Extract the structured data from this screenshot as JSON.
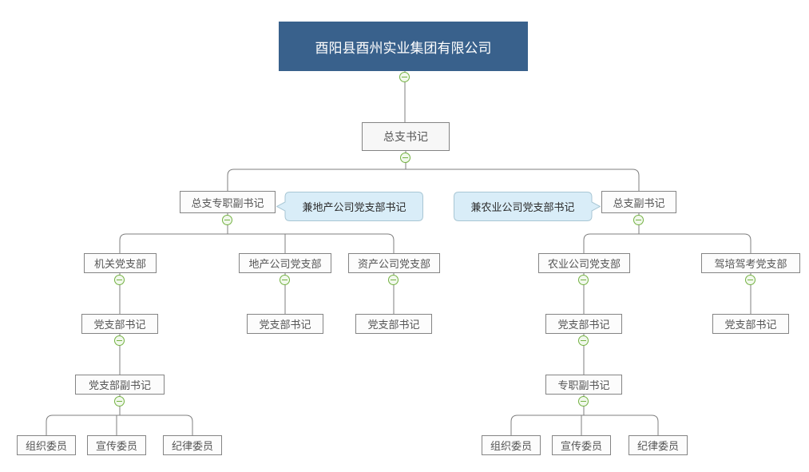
{
  "title": "酉阳县酉州实业集团有限公司",
  "colors": {
    "canvas_bg": "#FFFFFF",
    "root_bg": "#39618C",
    "root_text": "#FFFFFF",
    "node_bg": "#FCFCFC",
    "node_border": "#848484",
    "node_text": "#555555",
    "callout_bg": "#D9EDF8",
    "callout_border": "#A8C6D4",
    "callout_text": "#2B2B2B",
    "line": "#7F7F7F",
    "collapse_green": "#74B243",
    "collapse_bg": "#F1F8EC"
  },
  "icons": {
    "collapse": "minus-circle-icon"
  },
  "nodes": {
    "root": "酉阳县酉州实业集团有限公司",
    "chief_secretary": "总支书记",
    "deputy_full_time": "总支专职副书记",
    "deputy": "总支副书记",
    "branch_office": "机关党支部",
    "branch_real_estate": "地产公司党支部",
    "branch_assets": "资产公司党支部",
    "branch_agriculture": "农业公司党支部",
    "branch_driving": "驾培驾考党支部",
    "secretary_office": "党支部书记",
    "secretary_real_estate": "党支部书记",
    "secretary_assets": "党支部书记",
    "secretary_agriculture": "党支部书记",
    "secretary_driving": "党支部书记",
    "deputy_secretary_office": "党支部副书记",
    "deputy_secretary_agriculture": "专职副书记"
  },
  "committees_left": {
    "organization": "组织委员",
    "publicity": "宣传委员",
    "discipline": "纪律委员"
  },
  "committees_right": {
    "organization": "组织委员",
    "publicity": "宣传委员",
    "discipline": "纪律委员"
  },
  "callouts": {
    "left": "兼地产公司党支部书记",
    "right": "兼农业公司党支部书记"
  }
}
